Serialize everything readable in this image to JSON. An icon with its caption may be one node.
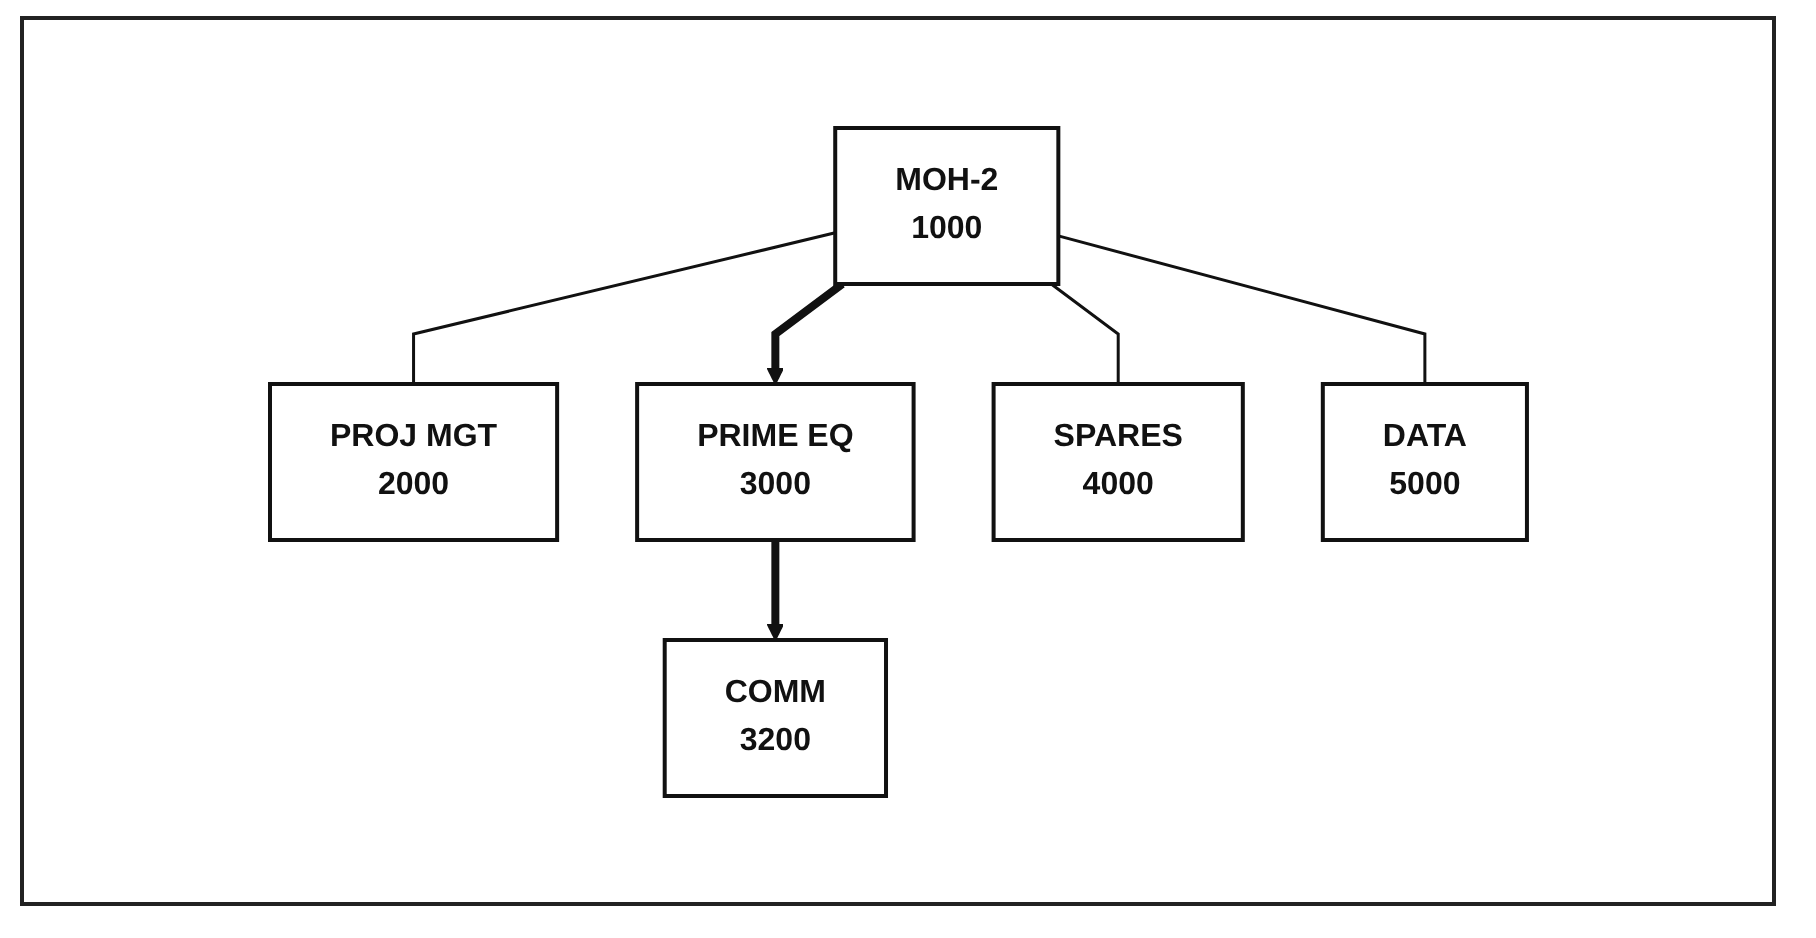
{
  "diagram": {
    "nodes": [
      {
        "text": [
          "MOH-2",
          "1000"
        ]
      },
      {
        "text": [
          "PROJ MGT",
          "2000"
        ]
      },
      {
        "text": [
          "PRIME EQ",
          "3000"
        ]
      },
      {
        "text": [
          "SPARES",
          "4000"
        ]
      },
      {
        "text": [
          "DATA",
          "5000"
        ]
      },
      {
        "text": [
          "COMM",
          "3200"
        ]
      }
    ],
    "edges": [
      {
        "from": 0,
        "to": 1,
        "arrow": "none"
      },
      {
        "from": 0,
        "to": 2,
        "arrow": "to",
        "style": "thick"
      },
      {
        "from": 0,
        "to": 3,
        "arrow": "none"
      },
      {
        "from": 0,
        "to": 4,
        "arrow": "none"
      },
      {
        "from": 2,
        "to": 5,
        "arrow": "to",
        "style": "thick"
      }
    ]
  }
}
